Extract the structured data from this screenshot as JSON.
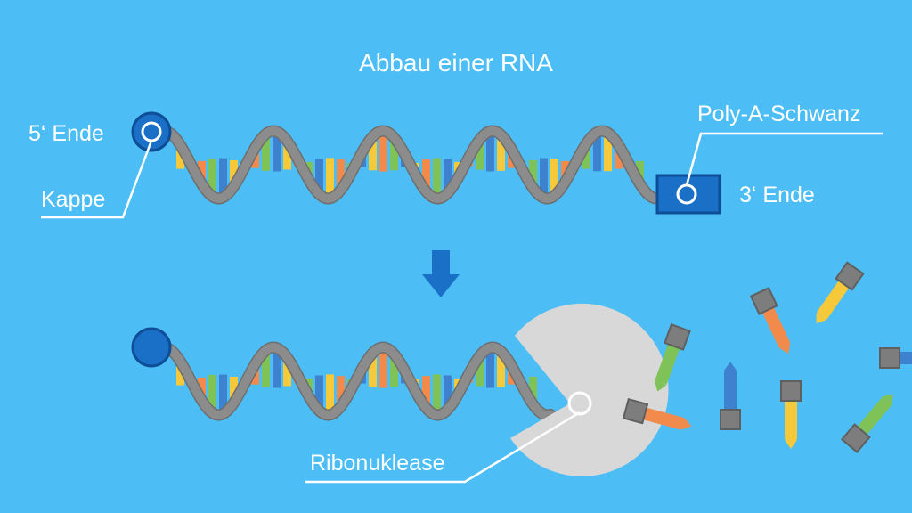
{
  "title": "Abbau einer RNA",
  "labels": {
    "five_prime_end": "5‘ Ende",
    "cap": "Kappe",
    "poly_a_tail": "Poly-A-Schwanz",
    "three_prime_end": "3‘ Ende",
    "ribonuclease": "Ribonuklease"
  },
  "colors": {
    "background": "#4dbef5",
    "backbone": "#8c8c8c",
    "backbone_outline": "#6e6e6e",
    "cap": "#1a6fc7",
    "cap_dark": "#0d4e96",
    "arrow": "#1a6fc7",
    "ribonuclease": "#d8d8d8",
    "base_yellow": "#f5c93a",
    "base_orange": "#f28a4b",
    "base_green": "#7fc257",
    "base_blue": "#3e82cf",
    "linker_gray": "#7d7d7d"
  },
  "icons": {
    "cap_top": "circle-with-ring",
    "poly_a": "square-with-ring",
    "arrow": "arrow-down",
    "ribonuclease": "pacman-shape"
  }
}
